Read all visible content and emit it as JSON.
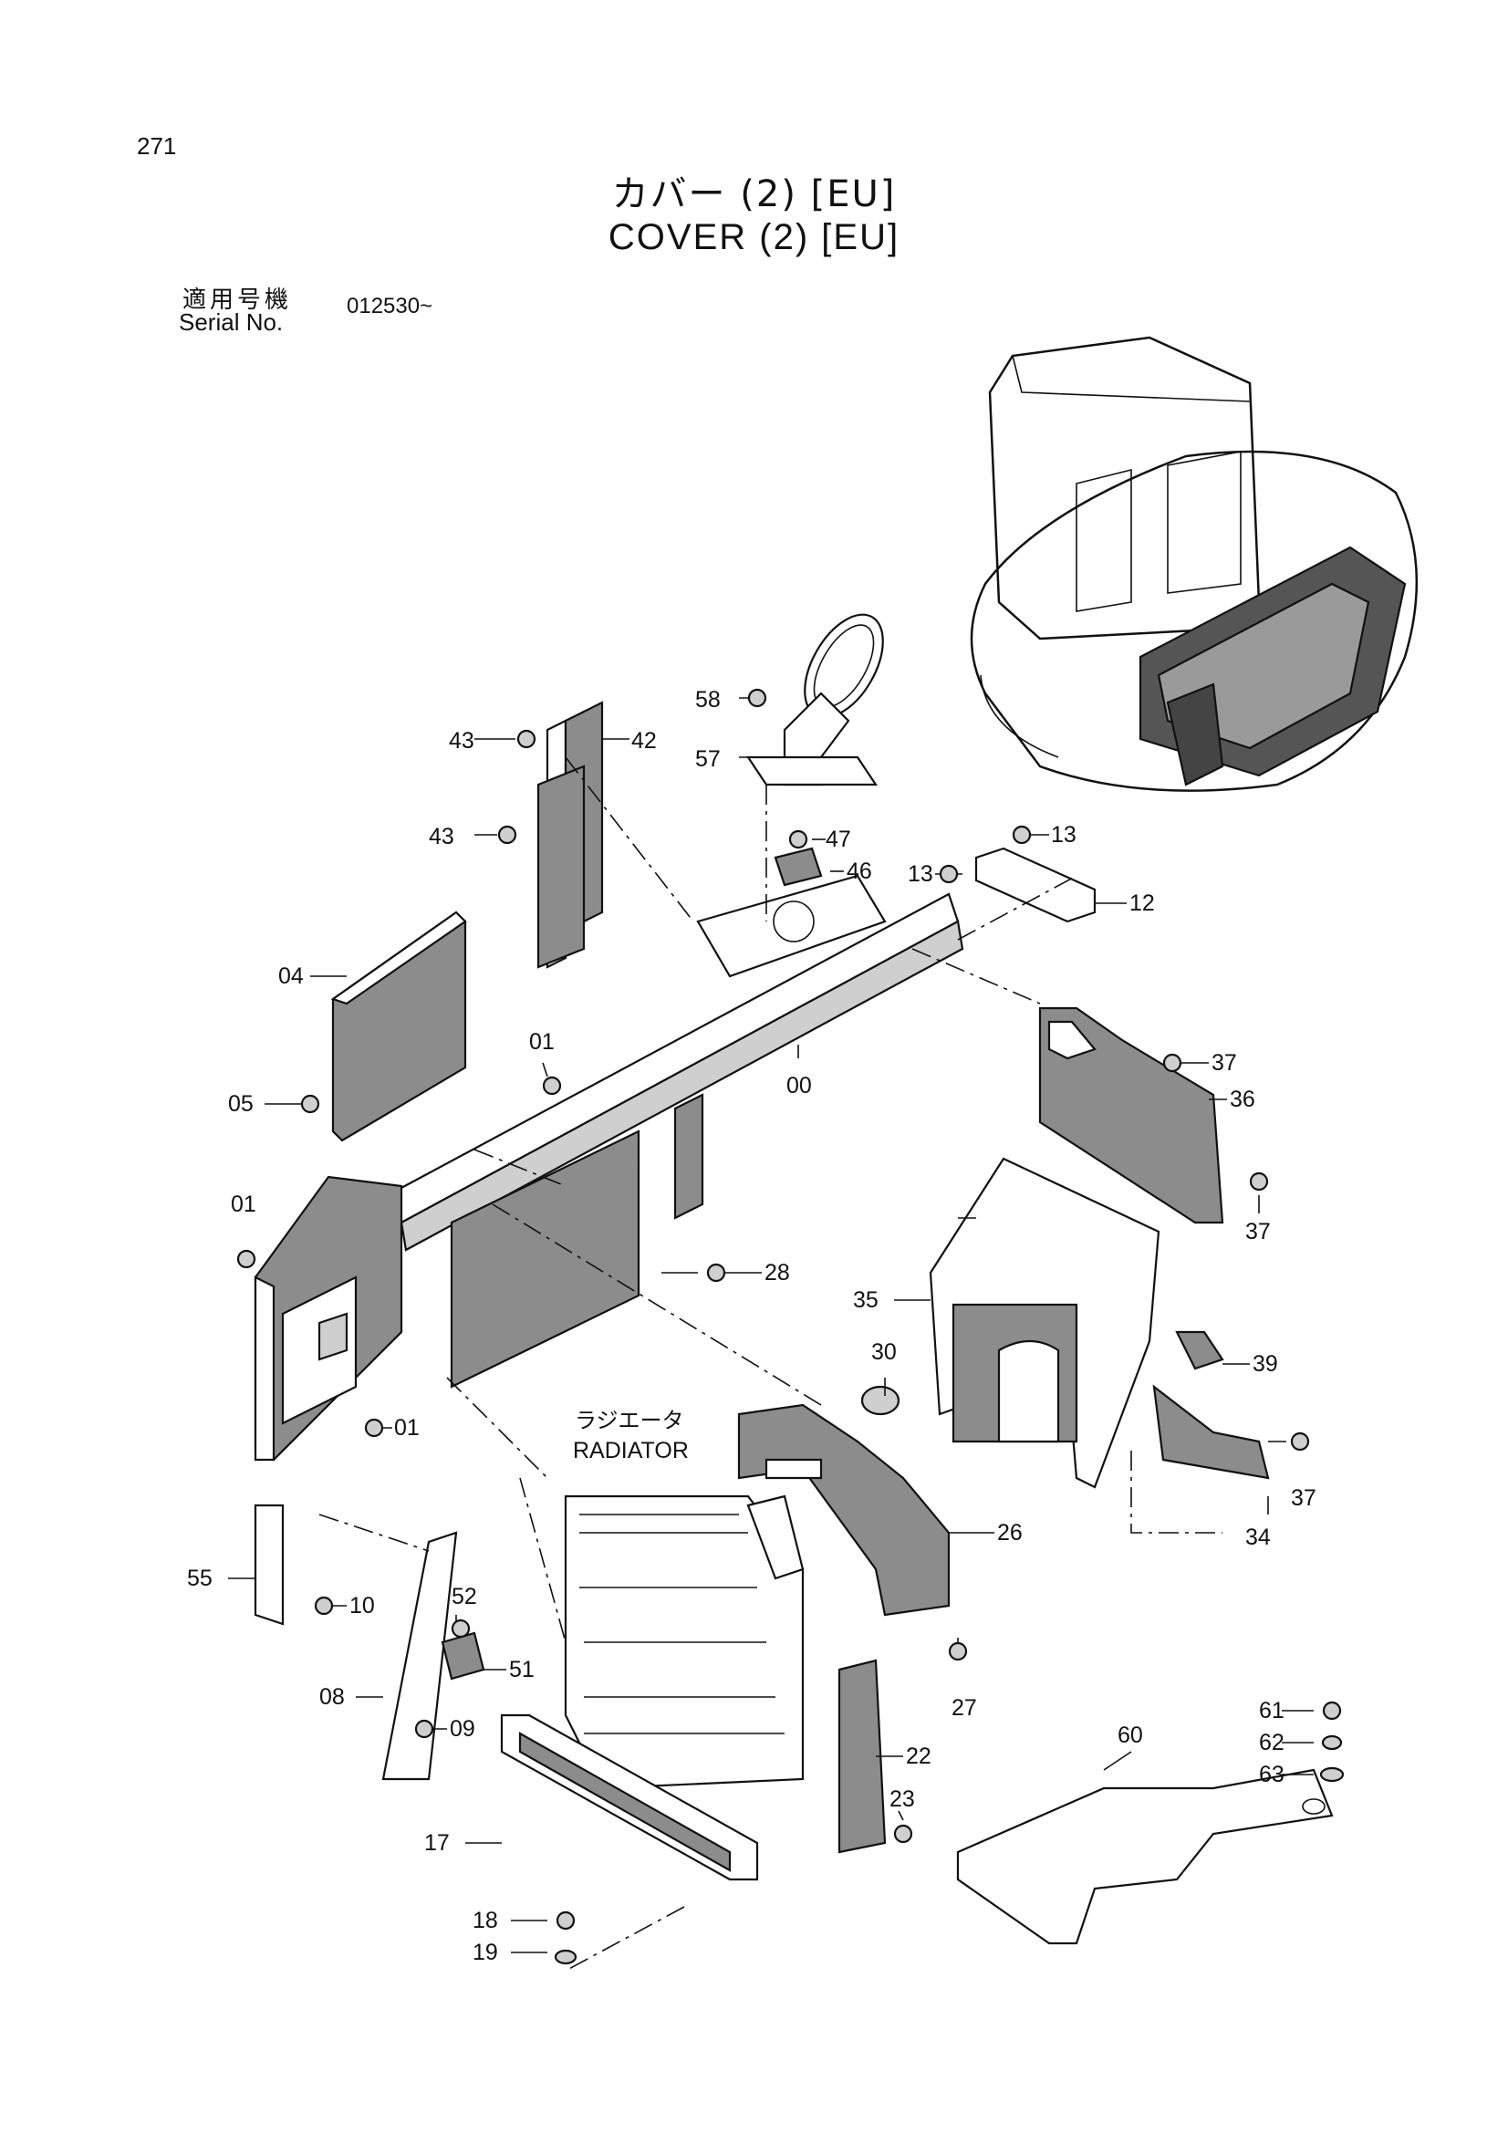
{
  "page_number": "271",
  "title_jp": "カバー (2) [EU]",
  "title_en": "COVER (2) [EU]",
  "serial": {
    "label_jp": "適用号機",
    "label_en": "Serial No.",
    "value": "012530~"
  },
  "radiator": {
    "jp": "ラジエータ",
    "en": "RADIATOR"
  },
  "part_labels": {
    "p00": "00",
    "p01a": "01",
    "p01b": "01",
    "p01c": "01",
    "p04": "04",
    "p05": "05",
    "p08": "08",
    "p09": "09",
    "p10": "10",
    "p12": "12",
    "p13a": "13",
    "p13b": "13",
    "p17": "17",
    "p18": "18",
    "p19": "19",
    "p22": "22",
    "p23": "23",
    "p26": "26",
    "p27": "27",
    "p28": "28",
    "p30": "30",
    "p34": "34",
    "p35": "35",
    "p36": "36",
    "p37a": "37",
    "p37b": "37",
    "p37c": "37",
    "p39": "39",
    "p42": "42",
    "p43a": "43",
    "p43b": "43",
    "p46": "46",
    "p47": "47",
    "p51": "51",
    "p52": "52",
    "p55": "55",
    "p57": "57",
    "p58": "58",
    "p60": "60",
    "p61": "61",
    "p62": "62",
    "p63": "63"
  }
}
